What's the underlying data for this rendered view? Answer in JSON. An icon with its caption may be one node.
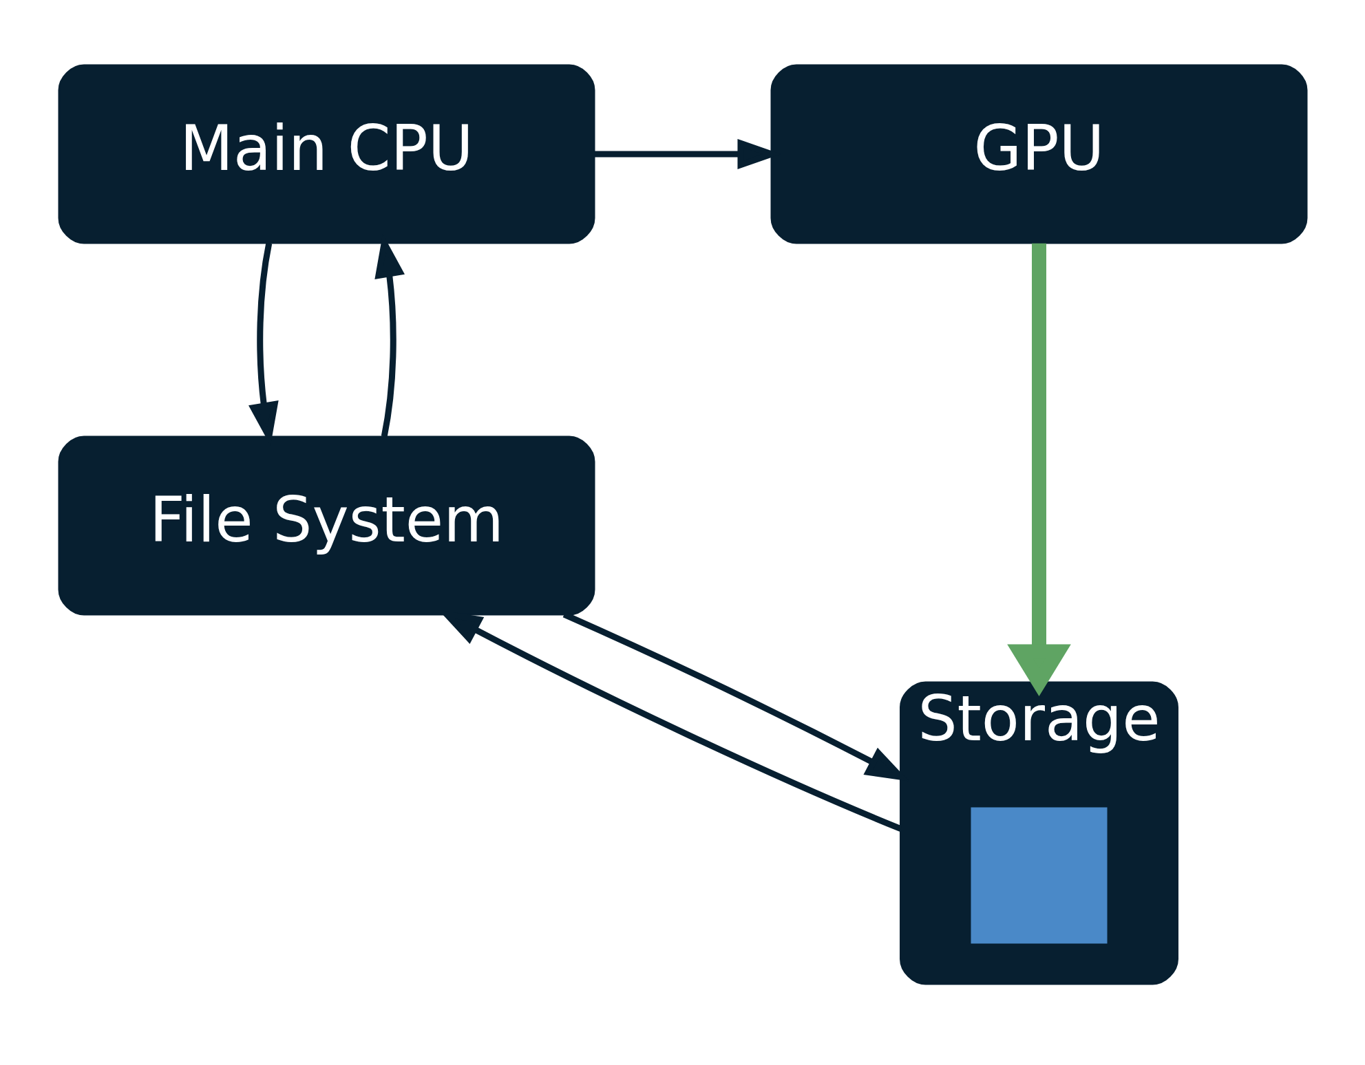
{
  "diagram": {
    "nodes": [
      {
        "text": [
          "Main CPU"
        ]
      },
      {
        "text": [
          "GPU"
        ]
      },
      {
        "text": [
          "File System"
        ]
      },
      {
        "text": [
          "Storage"
        ]
      },
      {
        "text": [],
        "shape": "box",
        "in": 3
      }
    ],
    "edges": [
      {
        "from": 0,
        "to": 1,
        "arrow": "to"
      },
      {
        "from": 0,
        "to": 2,
        "arrow": "to"
      },
      {
        "from": 2,
        "to": 0,
        "arrow": "to"
      },
      {
        "from": 2,
        "to": 3,
        "arrow": "to"
      },
      {
        "from": 3,
        "to": 2,
        "arrow": "to"
      },
      {
        "from": 1,
        "to": 3,
        "arrow": "to",
        "style": "thick",
        "color": "#5fa463"
      }
    ]
  }
}
